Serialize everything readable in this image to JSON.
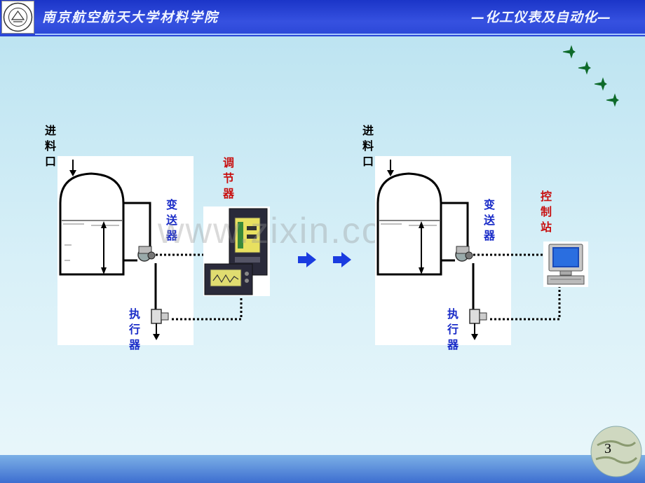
{
  "header": {
    "school": "南京航空航天大学材料学院",
    "course": "—化工仪表及自动化—"
  },
  "left_diagram": {
    "inlet_label": "进料口",
    "transmitter_label": "变送器",
    "controller_label": "调节器",
    "actuator_label": "执行器"
  },
  "right_diagram": {
    "inlet_label": "进料口",
    "transmitter_label": "变送器",
    "control_station_label": "控制站",
    "actuator_label": "执行器"
  },
  "watermark": "www.zixin.com.cn",
  "page_number": "3",
  "colors": {
    "header": "#2a46d6",
    "label_blue": "#1a2cc8",
    "label_red": "#c81010",
    "arrow": "#1a3ce0"
  }
}
